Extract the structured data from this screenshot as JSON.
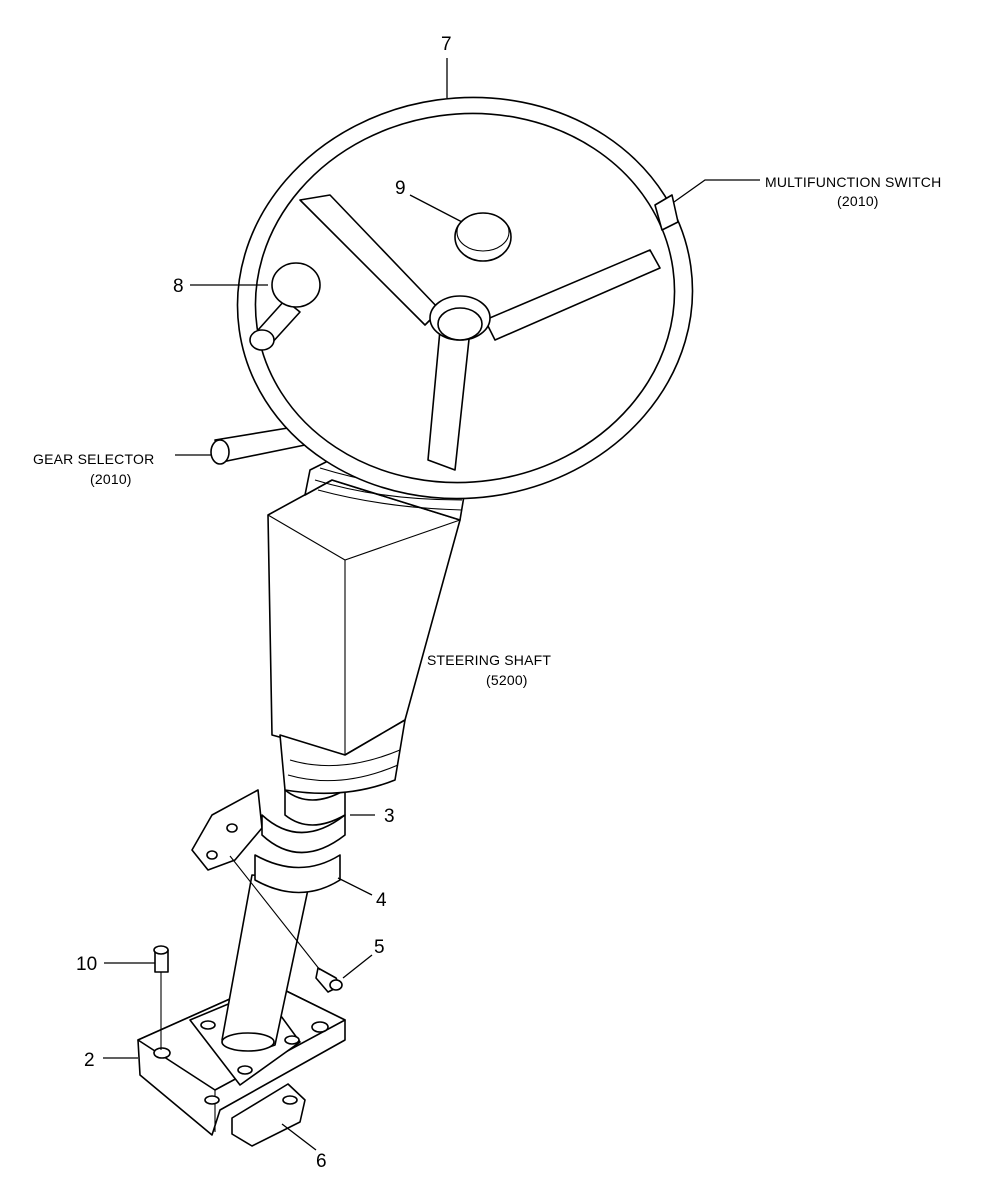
{
  "callouts": {
    "c2": "2",
    "c3": "3",
    "c4": "4",
    "c5": "5",
    "c6": "6",
    "c7": "7",
    "c8": "8",
    "c9": "9",
    "c10": "10"
  },
  "labels": {
    "multifunction_switch": {
      "name": "MULTIFUNCTION SWITCH",
      "ref": "(2010)"
    },
    "gear_selector": {
      "name": "GEAR SELECTOR",
      "ref": "(2010)"
    },
    "steering_shaft": {
      "name": "STEERING SHAFT",
      "ref": "(5200)"
    }
  }
}
